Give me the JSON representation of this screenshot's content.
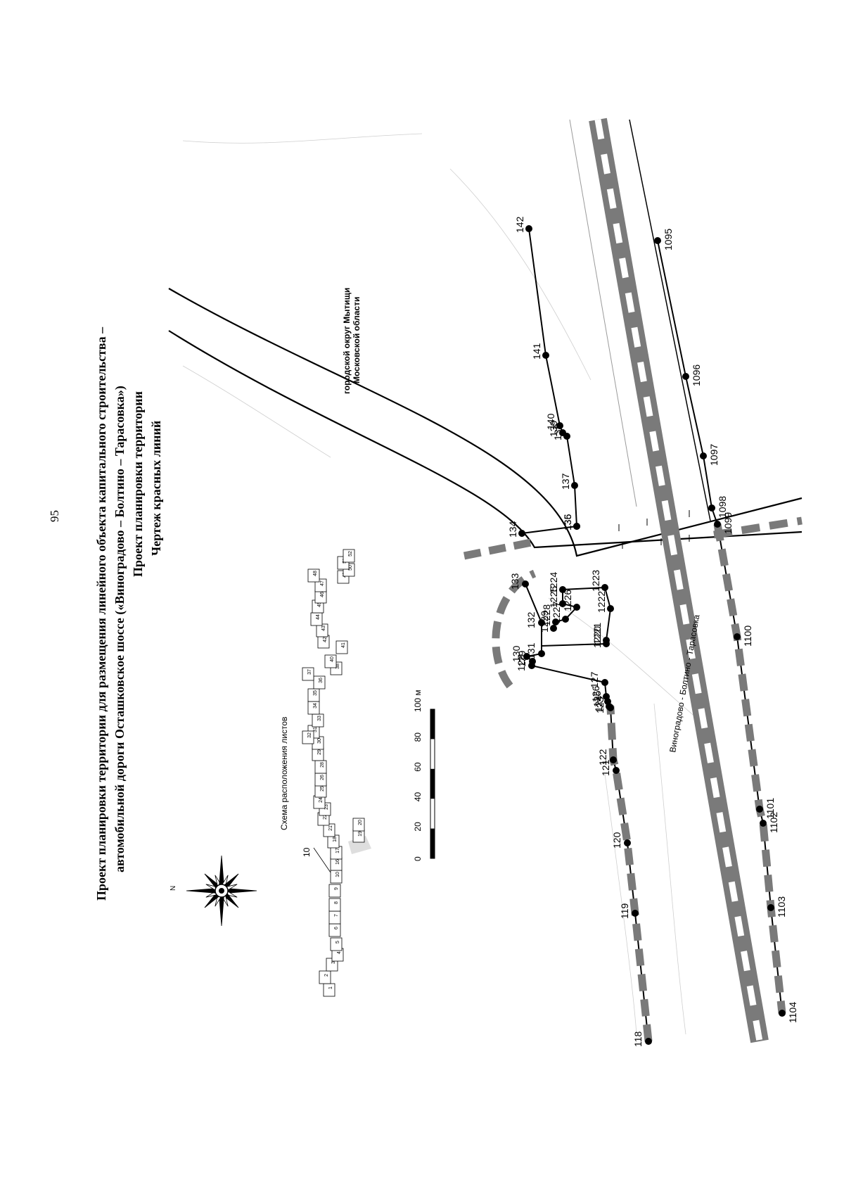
{
  "page_number": "95",
  "title": {
    "line1": "Проект планировки территории для размещения линейного объекта капитального строительства –",
    "line2": "автомобильной дороги Осташковское шоссе («Виноградово – Болтино – Тарасовка»)",
    "line3": "Проект планировки территории",
    "line4": "Чертеж красных линий"
  },
  "compass": {
    "north_label": "N"
  },
  "sheet_scheme": {
    "title": "Схема расположения листов",
    "callout": "10",
    "sheets": [
      "1",
      "2",
      "3",
      "4",
      "5",
      "6",
      "7",
      "8",
      "9",
      "10",
      "16",
      "17",
      "18",
      "19",
      "20",
      "21",
      "22",
      "23",
      "24",
      "25",
      "26",
      "28",
      "29",
      "30",
      "31",
      "32",
      "33",
      "34",
      "35",
      "36",
      "37",
      "38",
      "40",
      "41",
      "42",
      "43",
      "44",
      "45",
      "46",
      "47",
      "48",
      "49",
      "50",
      "51",
      "52"
    ]
  },
  "scale_bar": {
    "ticks": [
      "0",
      "20",
      "40",
      "60",
      "80",
      "100 м"
    ]
  },
  "labels": {
    "district": "городской округ Мытищи",
    "region": "Московской области",
    "road": "Виноградово - Болтино - Тарасовка"
  },
  "points": {
    "upper_line": [
      "134",
      "135",
      "136",
      "137",
      "138",
      "139",
      "140",
      "141",
      "142"
    ],
    "middle_line": [
      "118",
      "119",
      "120",
      "121",
      "122",
      "123",
      "124",
      "125",
      "126",
      "127",
      "128",
      "129",
      "130",
      "131",
      "132",
      "133"
    ],
    "inner_polygon": [
      "1220",
      "1221",
      "1222",
      "1223",
      "1224",
      "1225",
      "1226",
      "1227",
      "1228",
      "1229"
    ],
    "lower_line": [
      "1095",
      "1096",
      "1097",
      "1098",
      "1099",
      "1100",
      "1101",
      "1102",
      "1103",
      "1104"
    ]
  }
}
